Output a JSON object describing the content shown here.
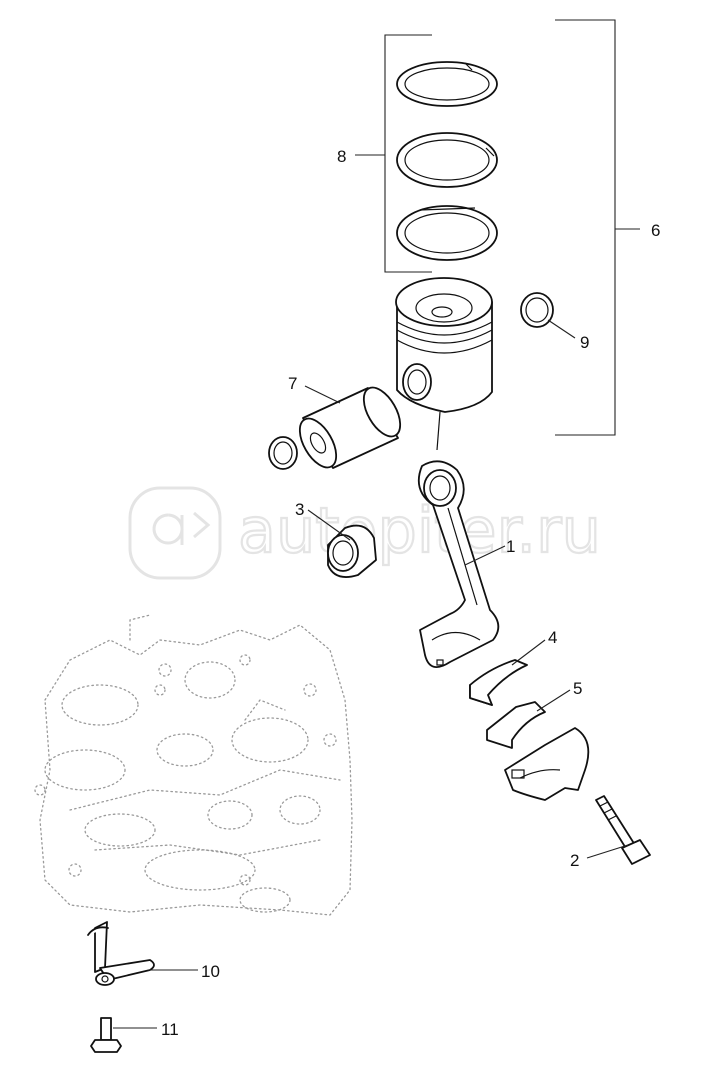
{
  "watermark": {
    "text": "autopiter.ru"
  },
  "callouts": {
    "c1": "1",
    "c2": "2",
    "c3": "3",
    "c4": "4",
    "c5": "5",
    "c6": "6",
    "c7": "7",
    "c8": "8",
    "c9": "9",
    "c10": "10",
    "c11": "11"
  }
}
